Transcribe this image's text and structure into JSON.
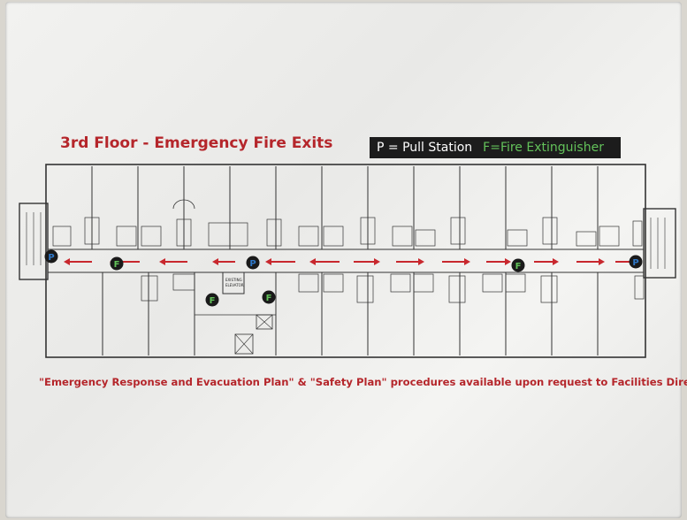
{
  "title": "3rd Floor  - Emergency Fire Exits",
  "legend": {
    "pull_station": "P = Pull Station",
    "extinguisher": "F=Fire Extinguisher"
  },
  "symbols": {
    "pull_letter": "P",
    "extinguisher_letter": "F"
  },
  "elevator_label": "EXISTING ELEVATOR",
  "footer": "\"Emergency Response and Evacuation Plan\" & \"Safety Plan\" procedures available upon request to Facilities Director",
  "colors": {
    "title_red": "#b5262b",
    "arrow_red": "#c8272d",
    "extinguisher_green": "#63c25a",
    "pull_blue": "#2f78c8",
    "legend_bg": "#1c1c1c"
  },
  "icons": [
    "pull-station-icon",
    "fire-extinguisher-icon",
    "exit-arrow-icon",
    "stair-icon",
    "elevator-icon"
  ]
}
